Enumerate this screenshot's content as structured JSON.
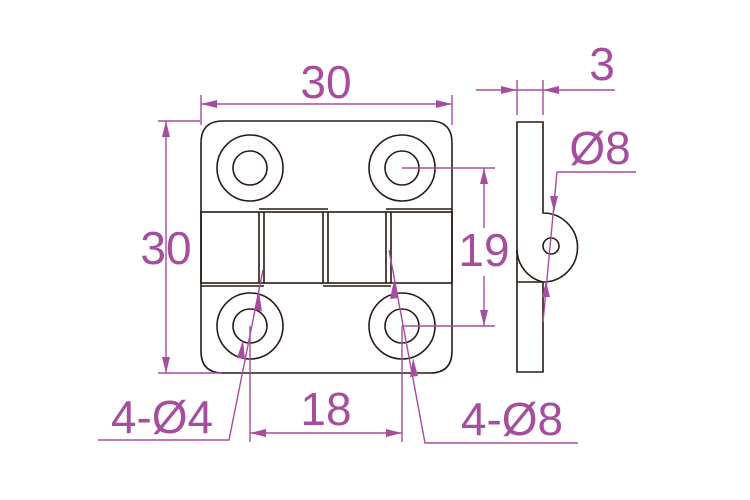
{
  "colors": {
    "part": "#2a1a14",
    "dimension": "#a64d9e"
  },
  "dimensions": {
    "width": "30",
    "height": "30",
    "thickness": "3",
    "knuckle_diameter": "Ø8",
    "hole_spacing_vertical": "19",
    "hole_spacing_horizontal": "18",
    "small_holes": "4-Ø4",
    "counterbores": "4-Ø8"
  }
}
